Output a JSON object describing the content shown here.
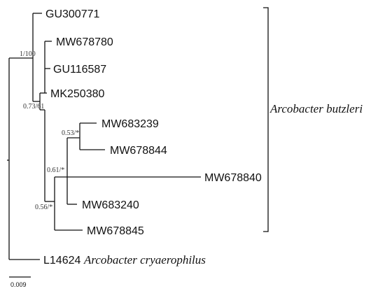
{
  "tree": {
    "taxa": {
      "gu300771": "GU300771",
      "mw678780": "MW678780",
      "gu116587": "GU116587",
      "mk250380": "MK250380",
      "mw683239": "MW683239",
      "mw678844": "MW678844",
      "mw678840": "MW678840",
      "mw683240": "MW683240",
      "mw678845": "MW678845",
      "l14624": "L14624"
    },
    "support": {
      "node_1_100": "1/100",
      "node_073_61": "0.73/61",
      "node_053": "0.53/*",
      "node_061": "0.61/*",
      "node_056": "0.56/*"
    },
    "clade_label": "Arcobacter butzleri",
    "outgroup_species": "Arcobacter cryaerophilus",
    "scale_bar_value": "0.009"
  }
}
